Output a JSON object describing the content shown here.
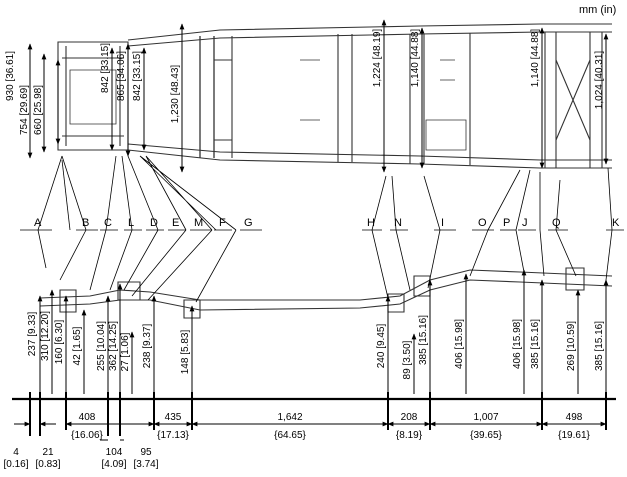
{
  "unit_label": "mm (in)",
  "top_dims": [
    {
      "mm": "930",
      "in": "[36.61]"
    },
    {
      "mm": "754",
      "in": "[29.69]"
    },
    {
      "mm": "660",
      "in": "[25.98]"
    },
    {
      "mm": "842",
      "in": "[33.15]"
    },
    {
      "mm": "865",
      "in": "[34.06]"
    },
    {
      "mm": "842",
      "in": "[33.15]"
    },
    {
      "mm": "1,230",
      "in": "[48.43]"
    },
    {
      "mm": "1,224",
      "in": "[48.19]"
    },
    {
      "mm": "1,140",
      "in": "[44.88]"
    },
    {
      "mm": "1,140",
      "in": "[44.88]"
    },
    {
      "mm": "1,024",
      "in": "[40.31]"
    }
  ],
  "point_letters": [
    "A",
    "B",
    "C",
    "L",
    "D",
    "E",
    "M",
    "F",
    "G",
    "H",
    "N",
    "I",
    "O",
    "P",
    "J",
    "Q",
    "K"
  ],
  "height_dims": [
    {
      "mm": "237",
      "in": "[9.33]"
    },
    {
      "mm": "310",
      "in": "[12.20]"
    },
    {
      "mm": "160",
      "in": "[6.30]"
    },
    {
      "mm": "42",
      "in": "[1.65]"
    },
    {
      "mm": "255",
      "in": "[10.04]"
    },
    {
      "mm": "362",
      "in": "[14.25]"
    },
    {
      "mm": "27",
      "in": "[1.06]"
    },
    {
      "mm": "238",
      "in": "[9.37]"
    },
    {
      "mm": "148",
      "in": "[5.83]"
    },
    {
      "mm": "240",
      "in": "[9.45]"
    },
    {
      "mm": "89",
      "in": "[3.50]"
    },
    {
      "mm": "385",
      "in": "[15.16]"
    },
    {
      "mm": "406",
      "in": "[15.98]"
    },
    {
      "mm": "406",
      "in": "[15.98]"
    },
    {
      "mm": "385",
      "in": "[15.16]"
    },
    {
      "mm": "269",
      "in": "[10.59]"
    },
    {
      "mm": "385",
      "in": "[15.16]"
    }
  ],
  "span_dims": [
    {
      "mm": "408",
      "in": "{16.06}"
    },
    {
      "mm": "435",
      "in": "{17.13}"
    },
    {
      "mm": "1,642",
      "in": "{64.65}"
    },
    {
      "mm": "208",
      "in": "{8.19}"
    },
    {
      "mm": "1,007",
      "in": "{39.65}"
    },
    {
      "mm": "498",
      "in": "{19.61}"
    }
  ],
  "small_dims": [
    {
      "mm": "4",
      "in": "[0.16]"
    },
    {
      "mm": "21",
      "in": "[0.83]"
    },
    {
      "mm": "104",
      "in": "[4.09]"
    },
    {
      "mm": "95",
      "in": "[3.74]"
    }
  ]
}
